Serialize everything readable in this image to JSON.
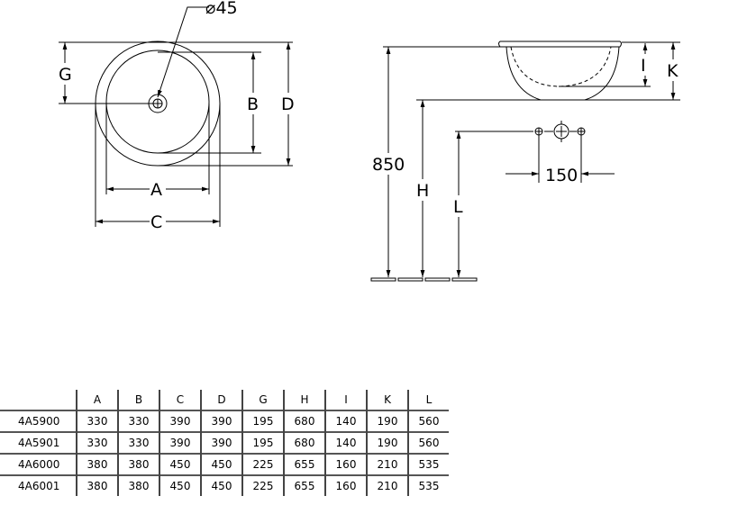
{
  "drawing": {
    "drain_diameter_label": "⌀45",
    "labels": {
      "G": "G",
      "B": "B",
      "D": "D",
      "A": "A",
      "C": "C",
      "I": "I",
      "K": "K",
      "H": "H",
      "L": "L"
    },
    "height_label": "850",
    "tap_spacing_label": "150"
  },
  "table": {
    "headers": [
      "A",
      "B",
      "C",
      "D",
      "G",
      "H",
      "I",
      "K",
      "L"
    ],
    "rows": [
      {
        "model": "4A5900",
        "values": [
          "330",
          "330",
          "390",
          "390",
          "195",
          "680",
          "140",
          "190",
          "560"
        ]
      },
      {
        "model": "4A5901",
        "values": [
          "330",
          "330",
          "390",
          "390",
          "195",
          "680",
          "140",
          "190",
          "560"
        ]
      },
      {
        "model": "4A6000",
        "values": [
          "380",
          "380",
          "450",
          "450",
          "225",
          "655",
          "160",
          "210",
          "535"
        ]
      },
      {
        "model": "4A6001",
        "values": [
          "380",
          "380",
          "450",
          "450",
          "225",
          "655",
          "160",
          "210",
          "535"
        ]
      }
    ]
  }
}
